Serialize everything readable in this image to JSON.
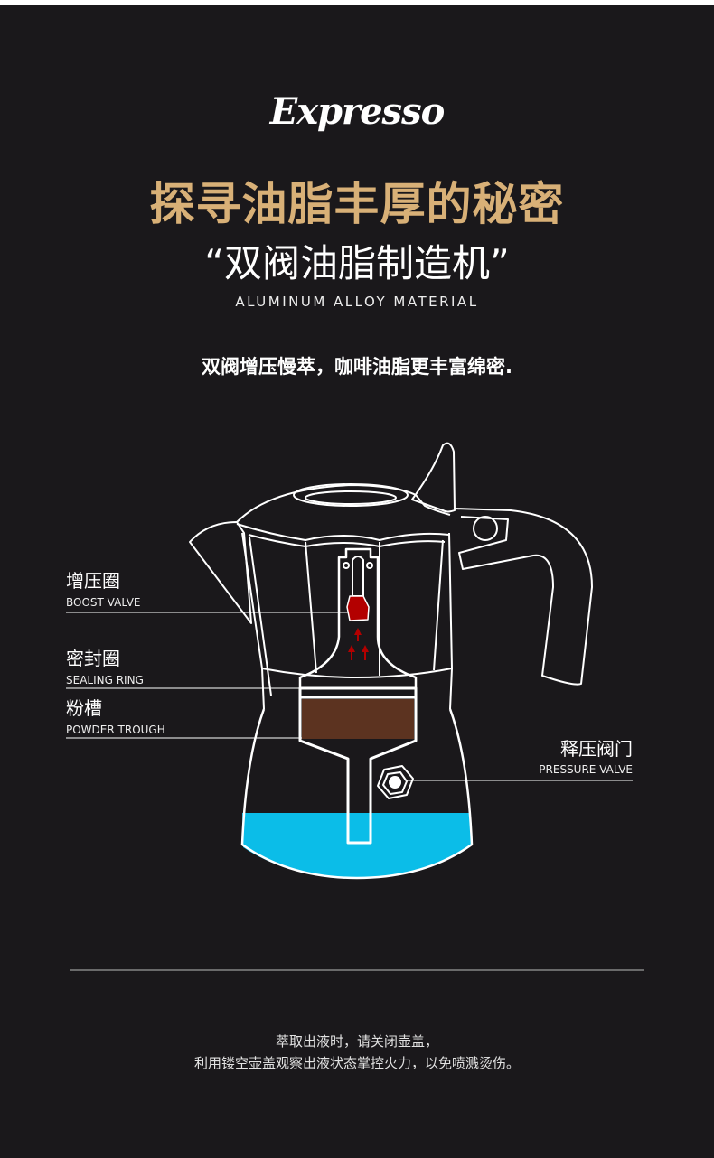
{
  "brand_script": "Expresso",
  "headline": "探寻油脂丰厚的秘密",
  "subheadline": "“双阀油脂制造机”",
  "material": "ALUMINUM ALLOY MATERIAL",
  "tagline": "双阀增压慢萃，咖啡油脂更丰富绵密.",
  "labels": {
    "boost_cn": "增压圈",
    "boost_en": "BOOST VALVE",
    "seal_cn": "密封圈",
    "seal_en": "SEALING RING",
    "powder_cn": "粉槽",
    "powder_en": "POWDER TROUGH",
    "pressure_cn": "释压阀门",
    "pressure_en": "PRESSURE VALVE"
  },
  "footer": {
    "line1": "萃取出液时，请关闭壶盖，",
    "line2": "利用镂空壶盖观察出液状态掌控火力，以免喷溅烫伤。"
  },
  "colors": {
    "background": "#1a181b",
    "gold": "#d8b077",
    "coffee": "#5c3320",
    "water": "#0bbde8",
    "valve": "#b30000"
  }
}
